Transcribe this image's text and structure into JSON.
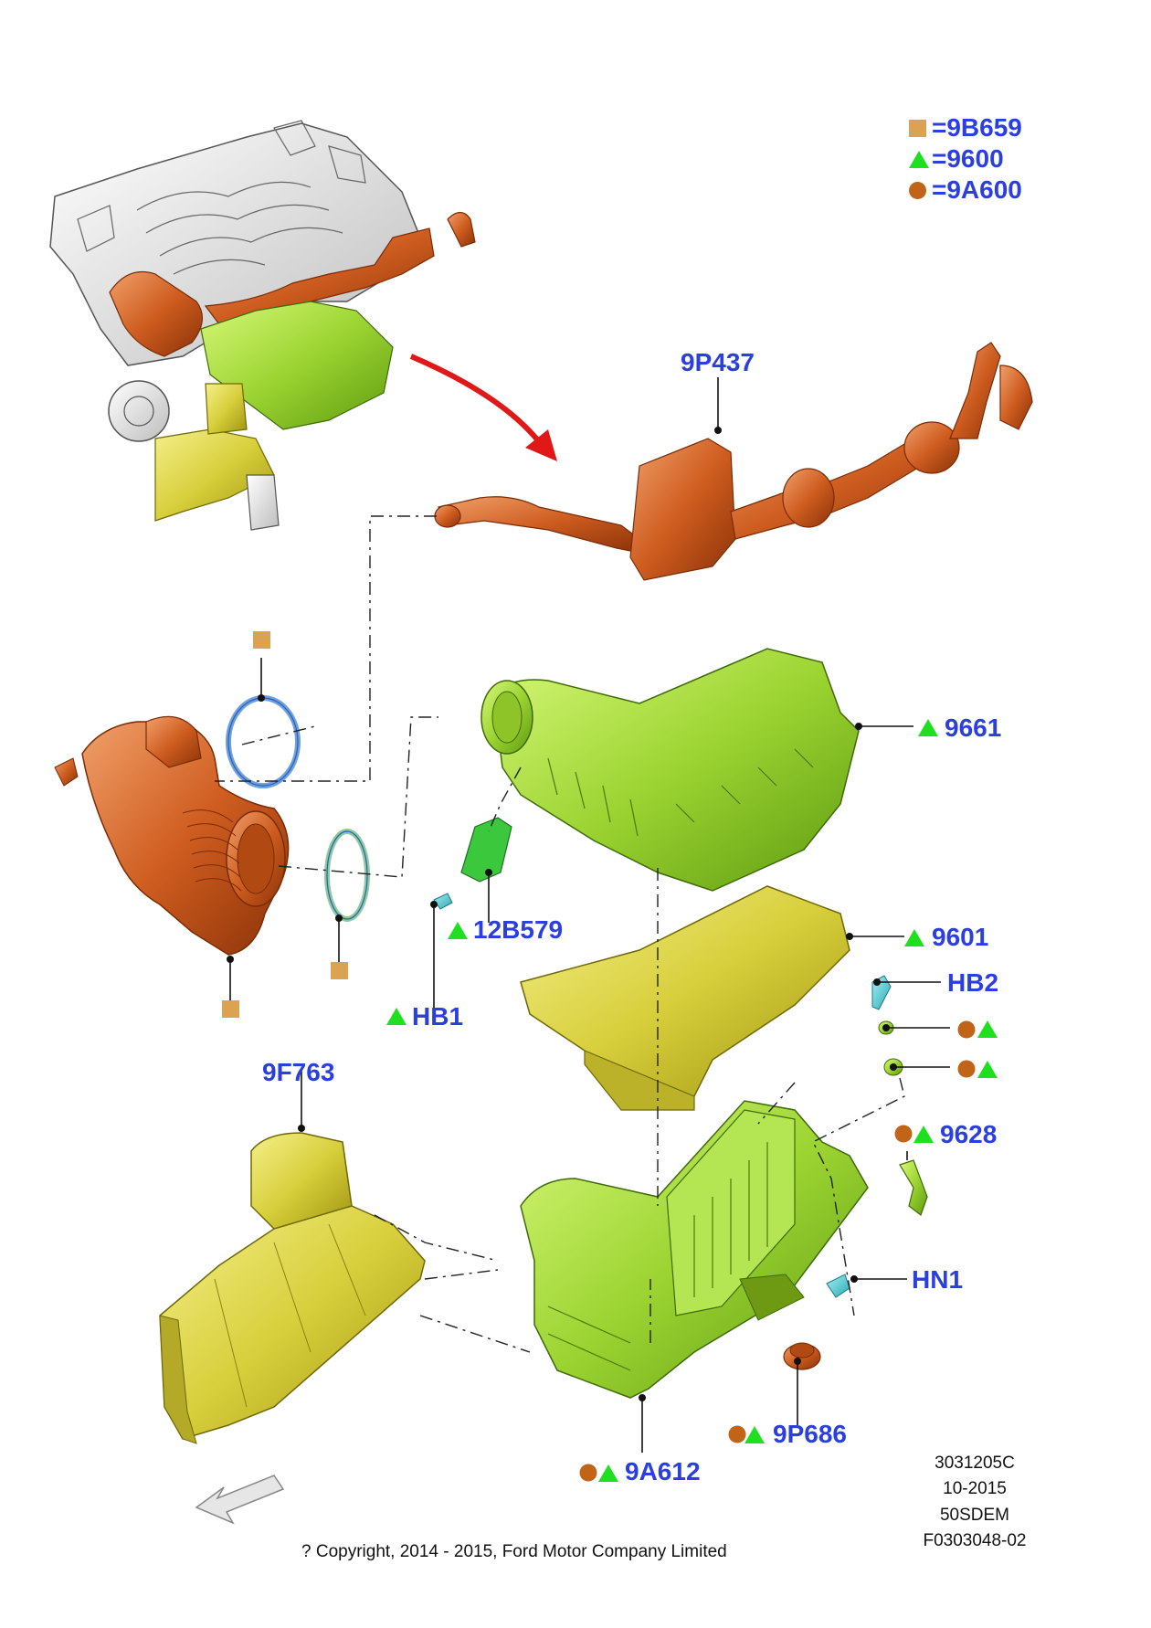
{
  "legend": [
    {
      "symbol": "square",
      "color": "#dba252",
      "equals": "=",
      "code": "9B659"
    },
    {
      "symbol": "triangle",
      "color": "#1ee01e",
      "equals": "=",
      "code": "9600"
    },
    {
      "symbol": "circle",
      "color": "#c26418",
      "equals": "=",
      "code": "9A600"
    }
  ],
  "part_labels": {
    "p9p437": "9P437",
    "p9661": "9661",
    "p12b579": "12B579",
    "hb1": "HB1",
    "p9601": "9601",
    "hb2": "HB2",
    "p9628": "9628",
    "hn1": "HN1",
    "p9f763": "9F763",
    "p9p686": "9P686",
    "p9a612": "9A612"
  },
  "meta": {
    "line1": "3031205C",
    "line2": "10-2015",
    "line3": "50SDEM",
    "line4": "F0303048-02"
  },
  "copyright": "? Copyright, 2014 - 2015, Ford Motor Company Limited",
  "colors": {
    "label_blue": "#2b3fe0",
    "duct_orange": "#c7581a",
    "housing_green": "#a8e03c",
    "filter_yellow": "#dcd84a",
    "clip_cyan": "#3ec8d0",
    "arrow_red": "#e01818"
  }
}
